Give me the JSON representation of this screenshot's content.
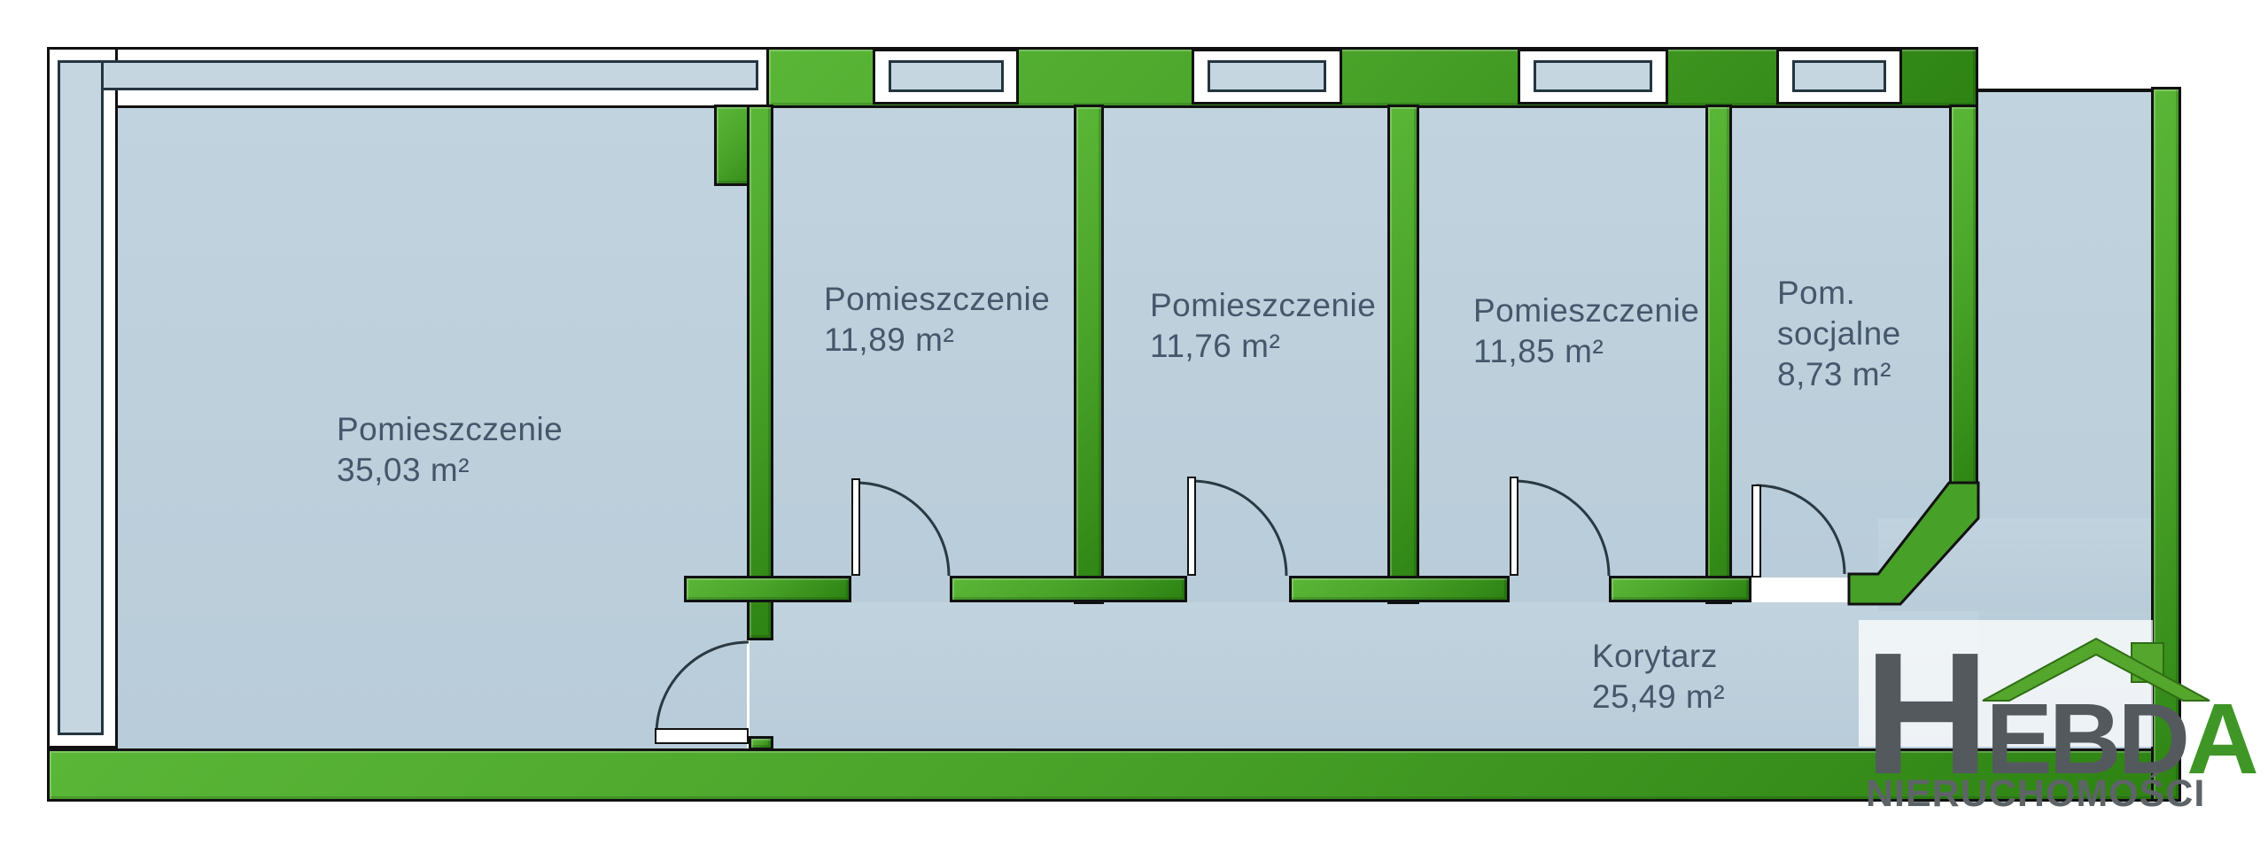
{
  "rooms": [
    {
      "name": "Pomieszczenie",
      "area": "35,03 m²"
    },
    {
      "name": "Pomieszczenie",
      "area": "11,89 m²"
    },
    {
      "name": "Pomieszczenie",
      "area": "11,76 m²"
    },
    {
      "name": "Pomieszczenie",
      "area": "11,85 m²"
    },
    {
      "name": "Pom.",
      "name2": "socjalne",
      "area": "8,73 m²"
    },
    {
      "name": "Korytarz",
      "area": "25,49 m²"
    }
  ],
  "logo": {
    "initial": "H",
    "mid": "EBD",
    "last": "A",
    "tagline": "NIERUCHOMOŚCI"
  },
  "colors": {
    "wall_green": "#4aa42a",
    "wall_green_light": "#5ab637",
    "wall_green_dark": "#2e8313",
    "room_fill": "#bccfdb",
    "sill_fill": "#c5d6e0",
    "outline": "#111111",
    "label_text": "#45576a",
    "logo_gray": "#54595e",
    "logo_green": "#3f9626",
    "logo_roof": "#54a62c",
    "tagline_gray": "#5e6367"
  }
}
